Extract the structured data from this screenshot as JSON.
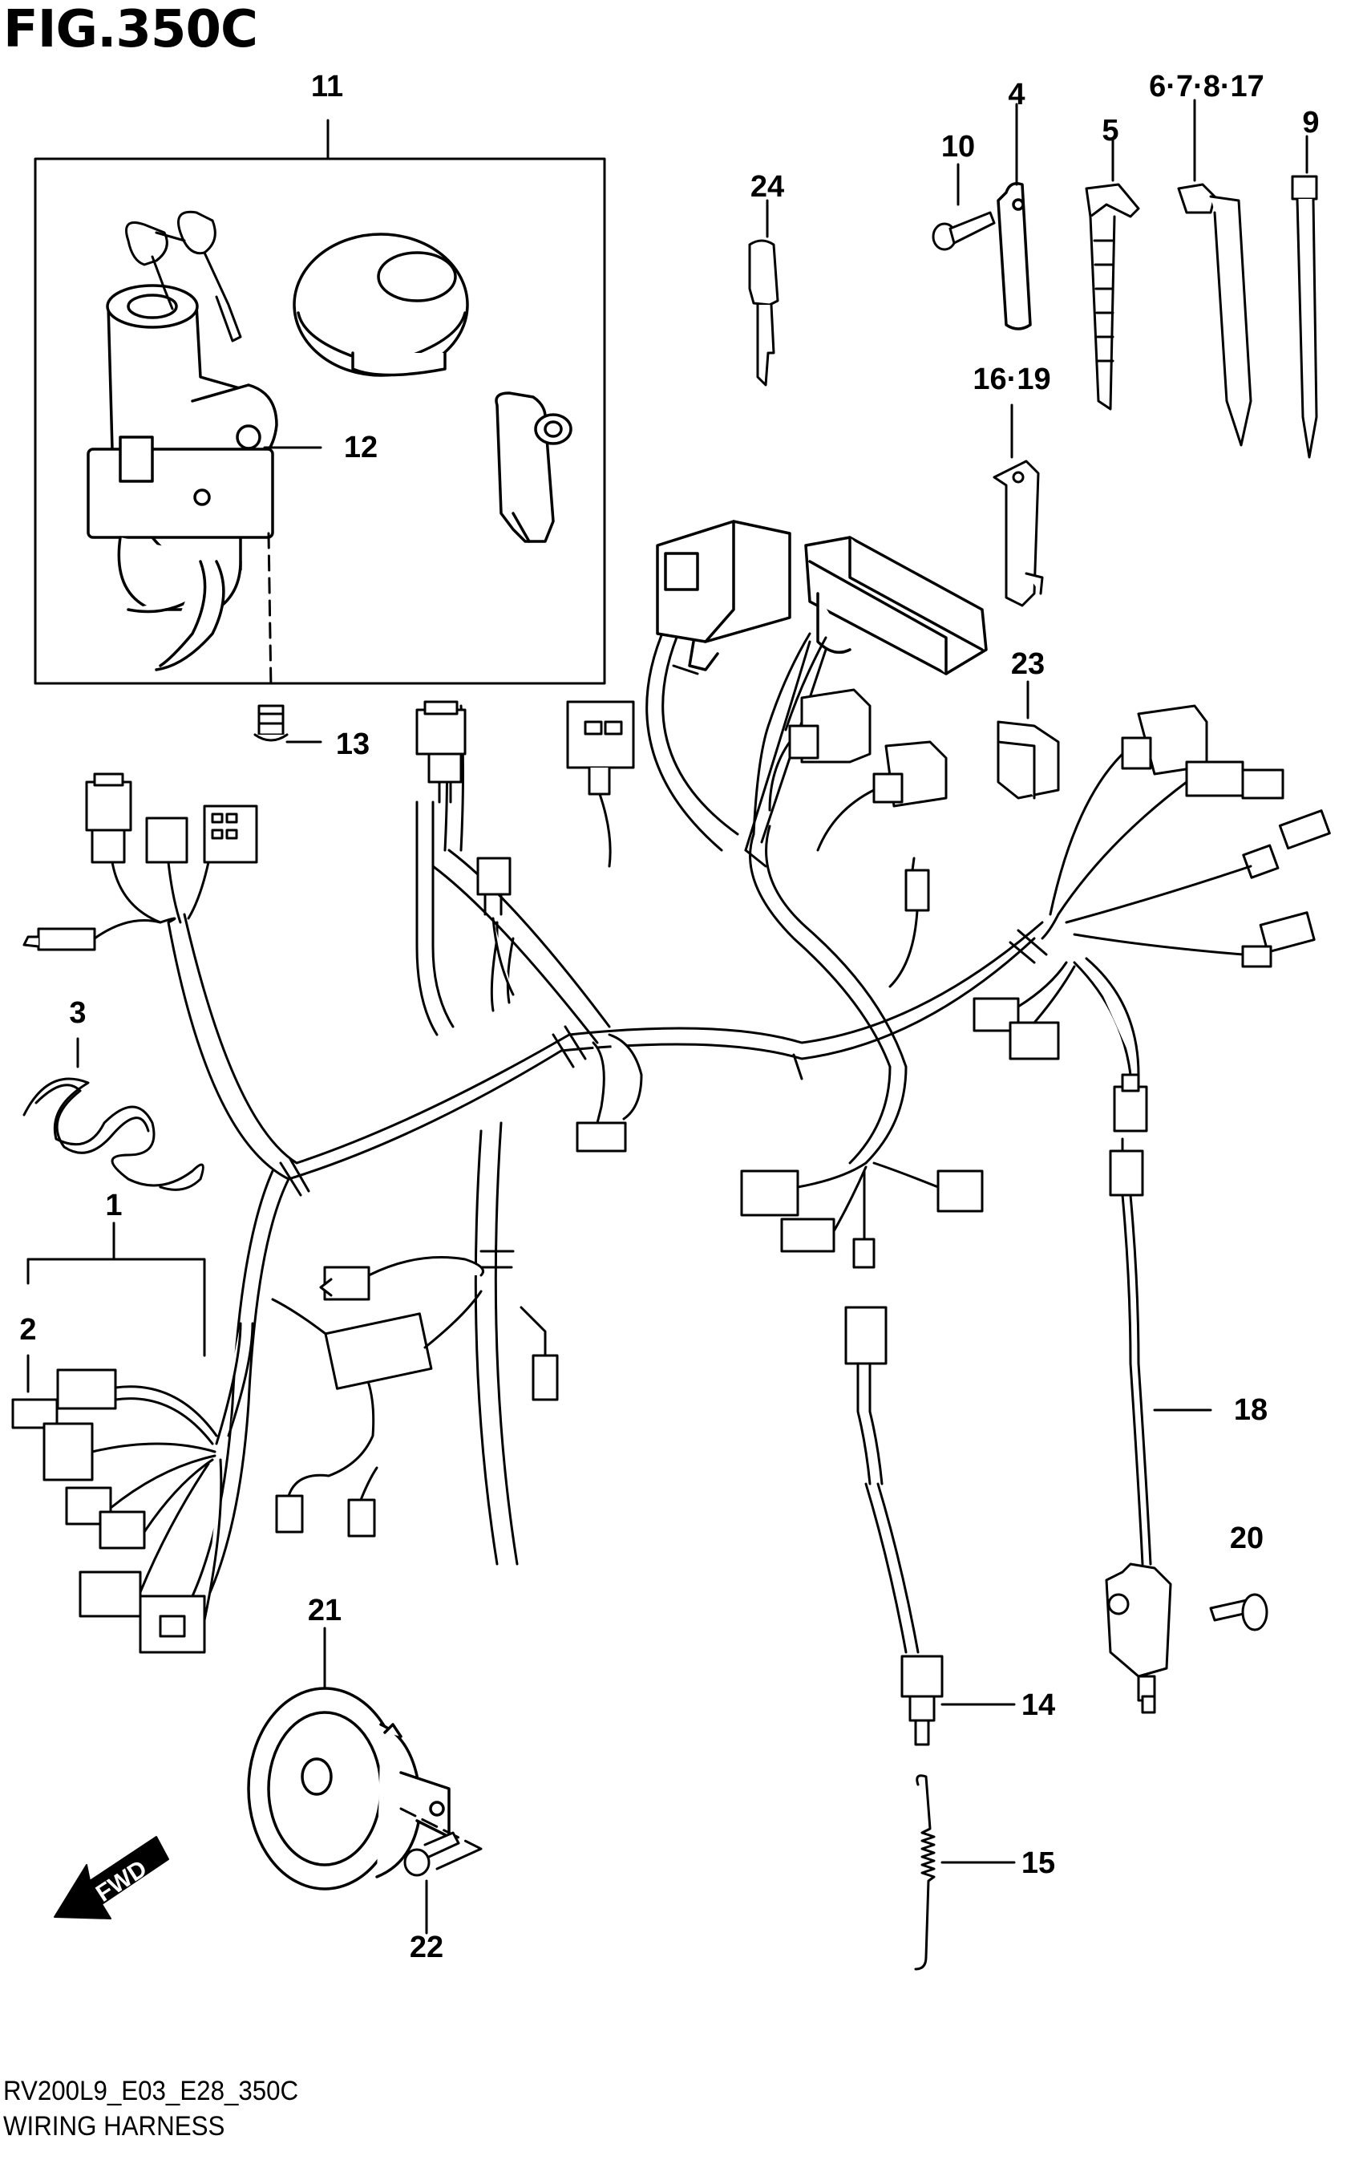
{
  "figure": {
    "title": "FIG.350C",
    "code": "RV200L9_E03_E28_350C",
    "name": "WIRING HARNESS"
  },
  "arrow_label": "FWD",
  "callouts": {
    "c1": "1",
    "c2": "2",
    "c3": "3",
    "c4": "4",
    "c5": "5",
    "c6": "6·7·8·17",
    "c9": "9",
    "c10": "10",
    "c11": "11",
    "c12": "12",
    "c13": "13",
    "c14": "14",
    "c15": "15",
    "c16": "16·19",
    "c18": "18",
    "c20": "20",
    "c21": "21",
    "c22": "22",
    "c23": "23",
    "c24": "24"
  }
}
